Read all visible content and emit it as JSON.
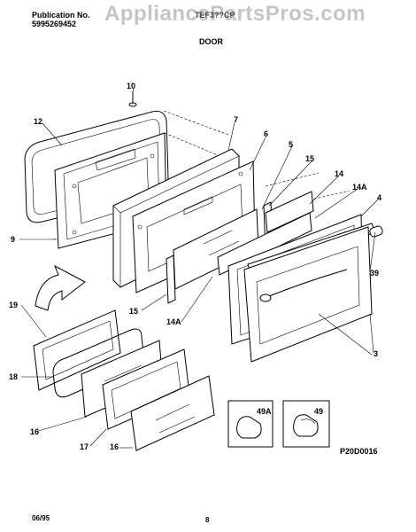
{
  "header": {
    "publication_label": "Publication No.",
    "publication_number": "5995269452",
    "model": "TEF3??CP",
    "section": "DOOR",
    "watermark": "AppliancePartsPros.com"
  },
  "callouts": {
    "p10": "10",
    "p12": "12",
    "p7": "7",
    "p6": "6",
    "p5": "5",
    "p15a": "15",
    "p14": "14",
    "p14A_top": "14A",
    "p4": "4",
    "p9": "9",
    "p39": "39",
    "p15b": "15",
    "p14A_bottom": "14A",
    "p19": "19",
    "p18": "18",
    "p3": "3",
    "p16a": "16",
    "p17": "17",
    "p16b": "16",
    "p49A": "49A",
    "p49": "49"
  },
  "figure_code": "P20D0016",
  "footer": {
    "date": "06/95",
    "page": "8"
  }
}
